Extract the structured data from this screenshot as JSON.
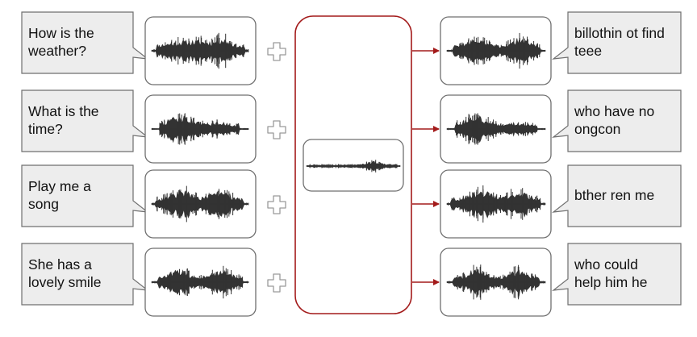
{
  "colors": {
    "bubble_fill": "#ededed",
    "bubble_stroke": "#6f6f6f",
    "box_stroke": "#6f6f6f",
    "waveform": "#333333",
    "plus": "#9a9a9a",
    "accent": "#a31b1b"
  },
  "inputs": [
    {
      "text_lines": [
        "How is the",
        "weather?"
      ],
      "waveform_icon": "audio-waveform-icon"
    },
    {
      "text_lines": [
        "What is the",
        "time?"
      ],
      "waveform_icon": "audio-waveform-icon"
    },
    {
      "text_lines": [
        "Play me a",
        "song"
      ],
      "waveform_icon": "audio-waveform-icon"
    },
    {
      "text_lines": [
        "She has a",
        "lovely smile"
      ],
      "waveform_icon": "audio-waveform-icon"
    }
  ],
  "operator_icon": "plus-icon",
  "perturbation": {
    "waveform_icon": "audio-waveform-icon"
  },
  "arrow_icon": "arrow-right-icon",
  "outputs": [
    {
      "text_lines": [
        "billothin ot find",
        "teee"
      ],
      "waveform_icon": "audio-waveform-icon"
    },
    {
      "text_lines": [
        "who have no",
        "ongcon"
      ],
      "waveform_icon": "audio-waveform-icon"
    },
    {
      "text_lines": [
        "bther ren me"
      ],
      "waveform_icon": "audio-waveform-icon"
    },
    {
      "text_lines": [
        "who could",
        "help him he"
      ],
      "waveform_icon": "audio-waveform-icon"
    }
  ]
}
